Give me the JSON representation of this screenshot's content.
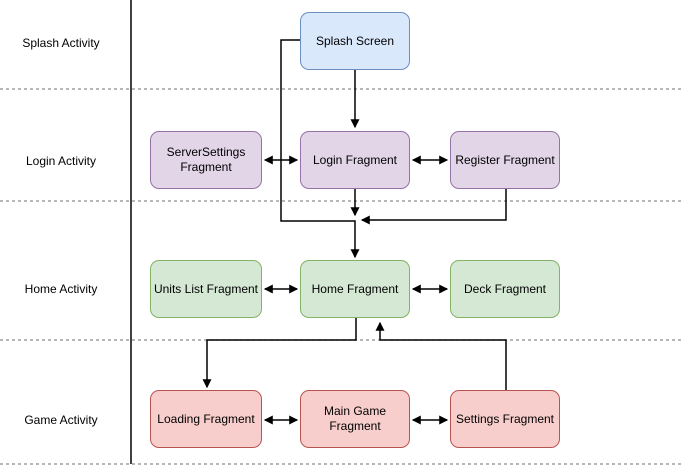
{
  "diagram": {
    "lanes": [
      {
        "label": "Splash Activity"
      },
      {
        "label": "Login Activity"
      },
      {
        "label": "Home Activity"
      },
      {
        "label": "Game Activity"
      }
    ],
    "nodes": {
      "splash_screen": {
        "label": "Splash Screen",
        "fill": "#dae8fc",
        "stroke": "#6c8ebf"
      },
      "server_settings": {
        "label": "ServerSettings Fragment",
        "fill": "#e1d5e7",
        "stroke": "#9673a6"
      },
      "login": {
        "label": "Login Fragment",
        "fill": "#e1d5e7",
        "stroke": "#9673a6"
      },
      "register": {
        "label": "Register Fragment",
        "fill": "#e1d5e7",
        "stroke": "#9673a6"
      },
      "units_list": {
        "label": "Units List Fragment",
        "fill": "#d5e8d4",
        "stroke": "#82b366"
      },
      "home": {
        "label": "Home Fragment",
        "fill": "#d5e8d4",
        "stroke": "#82b366"
      },
      "deck": {
        "label": "Deck Fragment",
        "fill": "#d5e8d4",
        "stroke": "#82b366"
      },
      "loading": {
        "label": "Loading Fragment",
        "fill": "#f8cecc",
        "stroke": "#b85450"
      },
      "main_game": {
        "label": "Main Game Fragment",
        "fill": "#f8cecc",
        "stroke": "#b85450"
      },
      "settings": {
        "label": "Settings Fragment",
        "fill": "#f8cecc",
        "stroke": "#b85450"
      }
    },
    "edges": [
      {
        "from": "Splash Screen",
        "to": "Login Fragment",
        "type": "arrow"
      },
      {
        "from": "Splash Screen",
        "to": "Home Fragment",
        "type": "arrow"
      },
      {
        "from": "Login Fragment",
        "to": "Home Fragment",
        "type": "arrow"
      },
      {
        "from": "Register Fragment",
        "to": "Home Fragment",
        "type": "arrow"
      },
      {
        "from": "ServerSettings Fragment",
        "to": "Login Fragment",
        "type": "double-arrow"
      },
      {
        "from": "Login Fragment",
        "to": "Register Fragment",
        "type": "double-arrow"
      },
      {
        "from": "Units List Fragment",
        "to": "Home Fragment",
        "type": "double-arrow"
      },
      {
        "from": "Home Fragment",
        "to": "Deck Fragment",
        "type": "double-arrow"
      },
      {
        "from": "Home Fragment",
        "to": "Loading Fragment",
        "type": "arrow"
      },
      {
        "from": "Settings Fragment",
        "to": "Home Fragment",
        "type": "arrow"
      },
      {
        "from": "Loading Fragment",
        "to": "Main Game Fragment",
        "type": "double-arrow"
      },
      {
        "from": "Main Game Fragment",
        "to": "Settings Fragment",
        "type": "double-arrow"
      }
    ],
    "colors": {
      "connector": "#000000",
      "separator": "#8c8c8c",
      "text": "#000000",
      "background": "#ffffff"
    }
  }
}
